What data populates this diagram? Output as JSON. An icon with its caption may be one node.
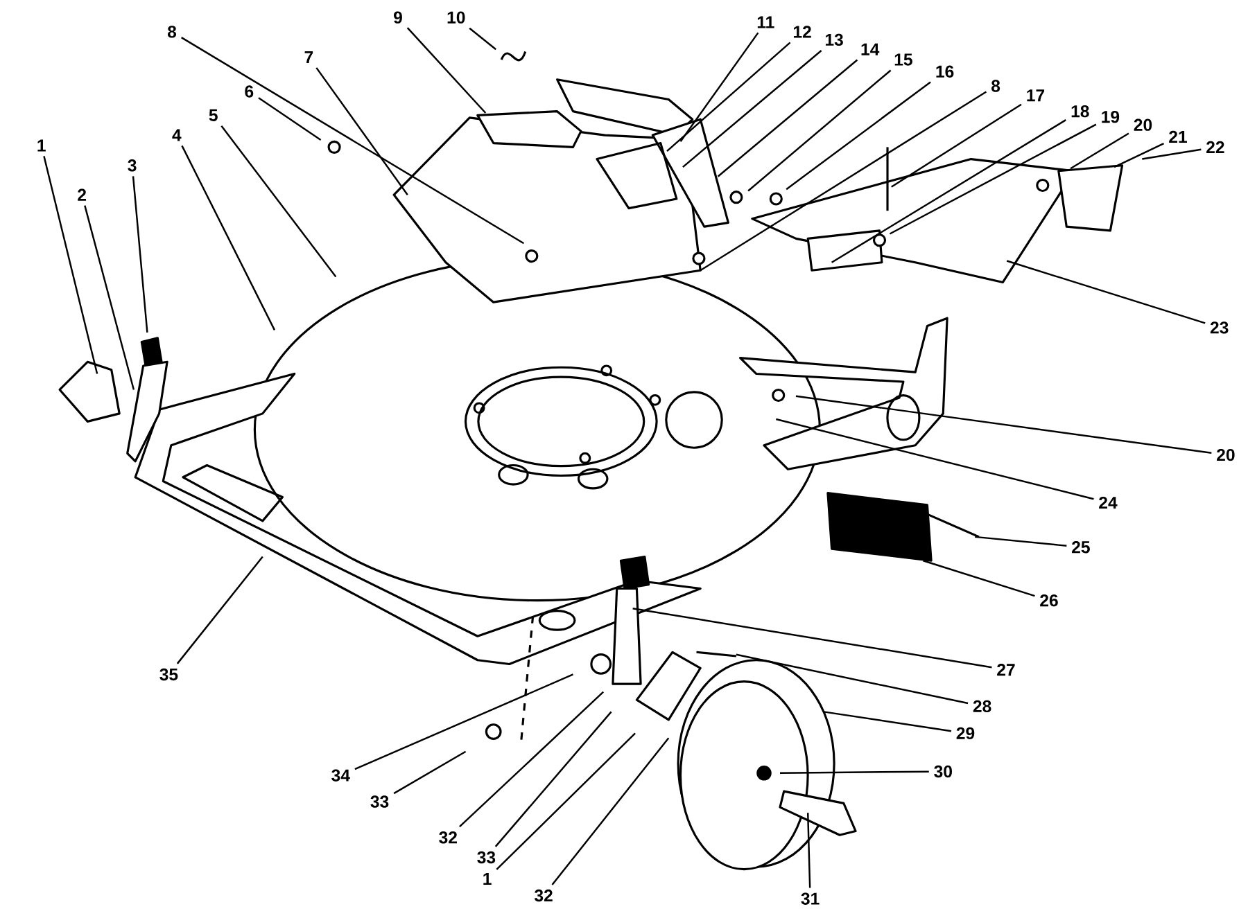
{
  "diagram": {
    "nodes": [
      {
        "text": [
          "9"
        ]
      },
      {
        "text": [
          "10"
        ]
      },
      {
        "text": [
          "11"
        ]
      },
      {
        "text": [
          "8"
        ]
      },
      {
        "text": [
          "12"
        ]
      },
      {
        "text": [
          "13"
        ]
      },
      {
        "text": [
          "14"
        ]
      },
      {
        "text": [
          "7"
        ]
      },
      {
        "text": [
          "15"
        ]
      },
      {
        "text": [
          "16"
        ]
      },
      {
        "text": [
          "8"
        ]
      },
      {
        "text": [
          "6"
        ]
      },
      {
        "text": [
          "17"
        ]
      },
      {
        "text": [
          "18"
        ]
      },
      {
        "text": [
          "5"
        ]
      },
      {
        "text": [
          "19"
        ]
      },
      {
        "text": [
          "20"
        ]
      },
      {
        "text": [
          "4"
        ]
      },
      {
        "text": [
          "21"
        ]
      },
      {
        "text": [
          "1"
        ]
      },
      {
        "text": [
          "22"
        ]
      },
      {
        "text": [
          "3"
        ]
      },
      {
        "text": [
          "2"
        ]
      },
      {
        "text": [
          "23"
        ]
      },
      {
        "text": [
          "20"
        ]
      },
      {
        "text": [
          "24"
        ]
      },
      {
        "text": [
          "25"
        ]
      },
      {
        "text": [
          "26"
        ]
      },
      {
        "text": [
          "27"
        ]
      },
      {
        "text": [
          "35"
        ]
      },
      {
        "text": [
          "28"
        ]
      },
      {
        "text": [
          "29"
        ]
      },
      {
        "text": [
          "30"
        ]
      },
      {
        "text": [
          "34"
        ]
      },
      {
        "text": [
          "33"
        ]
      },
      {
        "text": [
          "32"
        ]
      },
      {
        "text": [
          "33"
        ]
      },
      {
        "text": [
          "1"
        ]
      },
      {
        "text": [
          "32"
        ]
      },
      {
        "text": [
          "31"
        ]
      }
    ],
    "edges": [
      {
        "from": 0,
        "to": null,
        "arrow": "none"
      },
      {
        "from": 1,
        "to": null,
        "arrow": "none"
      },
      {
        "from": 2,
        "to": null,
        "arrow": "none"
      },
      {
        "from": 3,
        "to": null,
        "arrow": "none"
      },
      {
        "from": 4,
        "to": null,
        "arrow": "none"
      },
      {
        "from": 5,
        "to": null,
        "arrow": "none"
      },
      {
        "from": 6,
        "to": null,
        "arrow": "none"
      },
      {
        "from": 7,
        "to": null,
        "arrow": "none"
      },
      {
        "from": 8,
        "to": null,
        "arrow": "none"
      },
      {
        "from": 9,
        "to": null,
        "arrow": "none"
      },
      {
        "from": 10,
        "to": null,
        "arrow": "none"
      },
      {
        "from": 11,
        "to": null,
        "arrow": "none"
      },
      {
        "from": 12,
        "to": null,
        "arrow": "none"
      },
      {
        "from": 13,
        "to": null,
        "arrow": "none"
      },
      {
        "from": 14,
        "to": null,
        "arrow": "none"
      },
      {
        "from": 15,
        "to": null,
        "arrow": "none"
      },
      {
        "from": 16,
        "to": null,
        "arrow": "none"
      },
      {
        "from": 17,
        "to": null,
        "arrow": "none"
      },
      {
        "from": 18,
        "to": null,
        "arrow": "none"
      },
      {
        "from": 19,
        "to": null,
        "arrow": "none"
      },
      {
        "from": 20,
        "to": null,
        "arrow": "none"
      },
      {
        "from": 21,
        "to": null,
        "arrow": "none"
      },
      {
        "from": 22,
        "to": null,
        "arrow": "none"
      },
      {
        "from": 23,
        "to": null,
        "arrow": "none"
      },
      {
        "from": 24,
        "to": null,
        "arrow": "none"
      },
      {
        "from": 25,
        "to": null,
        "arrow": "none"
      },
      {
        "from": 26,
        "to": null,
        "arrow": "none"
      },
      {
        "from": 27,
        "to": null,
        "arrow": "none"
      },
      {
        "from": 28,
        "to": null,
        "arrow": "none"
      },
      {
        "from": 29,
        "to": null,
        "arrow": "none"
      },
      {
        "from": 30,
        "to": null,
        "arrow": "none"
      },
      {
        "from": 31,
        "to": null,
        "arrow": "none"
      },
      {
        "from": 32,
        "to": null,
        "arrow": "none"
      },
      {
        "from": 33,
        "to": null,
        "arrow": "none"
      },
      {
        "from": 34,
        "to": null,
        "arrow": "none"
      },
      {
        "from": 35,
        "to": null,
        "arrow": "none"
      },
      {
        "from": 36,
        "to": null,
        "arrow": "none"
      },
      {
        "from": 37,
        "to": null,
        "arrow": "none"
      },
      {
        "from": 38,
        "to": null,
        "arrow": "none"
      },
      {
        "from": 39,
        "to": null,
        "arrow": "none"
      }
    ]
  }
}
